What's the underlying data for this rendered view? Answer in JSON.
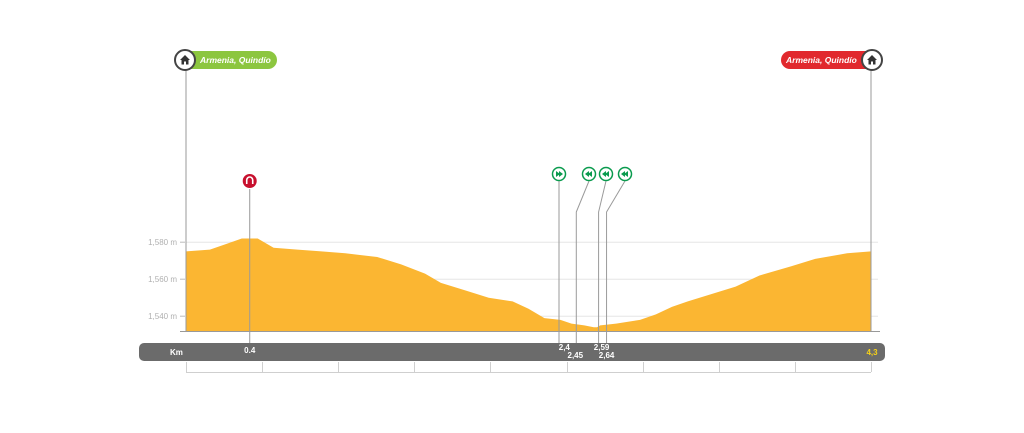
{
  "chart_data": {
    "type": "area",
    "start": {
      "label": "Armenia, Quindío",
      "icon": "home-icon",
      "color": "#8cc63f"
    },
    "finish": {
      "label": "Armenia, Quindío",
      "icon": "home-icon",
      "color": "#e1292e"
    },
    "axis_label": "Km",
    "x_range": [
      0,
      4.3
    ],
    "y_range": [
      1532,
      1600
    ],
    "y_ticks": [
      {
        "value": 1580,
        "label": "1,580 m"
      },
      {
        "value": 1560,
        "label": "1,560 m"
      },
      {
        "value": 1540,
        "label": "1,540 m"
      }
    ],
    "profile": [
      {
        "x": 0.0,
        "y": 1575
      },
      {
        "x": 0.15,
        "y": 1576
      },
      {
        "x": 0.25,
        "y": 1579
      },
      {
        "x": 0.35,
        "y": 1582
      },
      {
        "x": 0.45,
        "y": 1582
      },
      {
        "x": 0.55,
        "y": 1577
      },
      {
        "x": 0.7,
        "y": 1576
      },
      {
        "x": 0.85,
        "y": 1575
      },
      {
        "x": 1.0,
        "y": 1574
      },
      {
        "x": 1.2,
        "y": 1572
      },
      {
        "x": 1.35,
        "y": 1568
      },
      {
        "x": 1.5,
        "y": 1563
      },
      {
        "x": 1.6,
        "y": 1558
      },
      {
        "x": 1.75,
        "y": 1554
      },
      {
        "x": 1.9,
        "y": 1550
      },
      {
        "x": 2.05,
        "y": 1548
      },
      {
        "x": 2.15,
        "y": 1544
      },
      {
        "x": 2.25,
        "y": 1539
      },
      {
        "x": 2.35,
        "y": 1538
      },
      {
        "x": 2.42,
        "y": 1536
      },
      {
        "x": 2.5,
        "y": 1535
      },
      {
        "x": 2.56,
        "y": 1534
      },
      {
        "x": 2.58,
        "y": 1534
      },
      {
        "x": 2.6,
        "y": 1535
      },
      {
        "x": 2.7,
        "y": 1536
      },
      {
        "x": 2.85,
        "y": 1538
      },
      {
        "x": 2.95,
        "y": 1541
      },
      {
        "x": 3.05,
        "y": 1545
      },
      {
        "x": 3.15,
        "y": 1548
      },
      {
        "x": 3.3,
        "y": 1552
      },
      {
        "x": 3.45,
        "y": 1556
      },
      {
        "x": 3.6,
        "y": 1562
      },
      {
        "x": 3.8,
        "y": 1567
      },
      {
        "x": 3.95,
        "y": 1571
      },
      {
        "x": 4.15,
        "y": 1574
      },
      {
        "x": 4.3,
        "y": 1575
      }
    ],
    "fill_color": "#fbb632",
    "climb": {
      "x": 0.4,
      "label": "0.4",
      "icon": "climb-icon",
      "color": "#c8102e"
    },
    "markers": [
      {
        "x": 2.4,
        "label": "2,4",
        "icon": "sprint-icon"
      },
      {
        "x": 2.45,
        "label": "2,45",
        "icon": "turn-icon"
      },
      {
        "x": 2.59,
        "label": "2,59",
        "icon": "turn-icon"
      },
      {
        "x": 2.64,
        "label": "2,64",
        "icon": "turn-icon"
      }
    ],
    "marker_color": "#0a9b4e",
    "end_label": "4,3",
    "end_label_color": "#f7d117",
    "bar_color": "#6b6b6b"
  }
}
